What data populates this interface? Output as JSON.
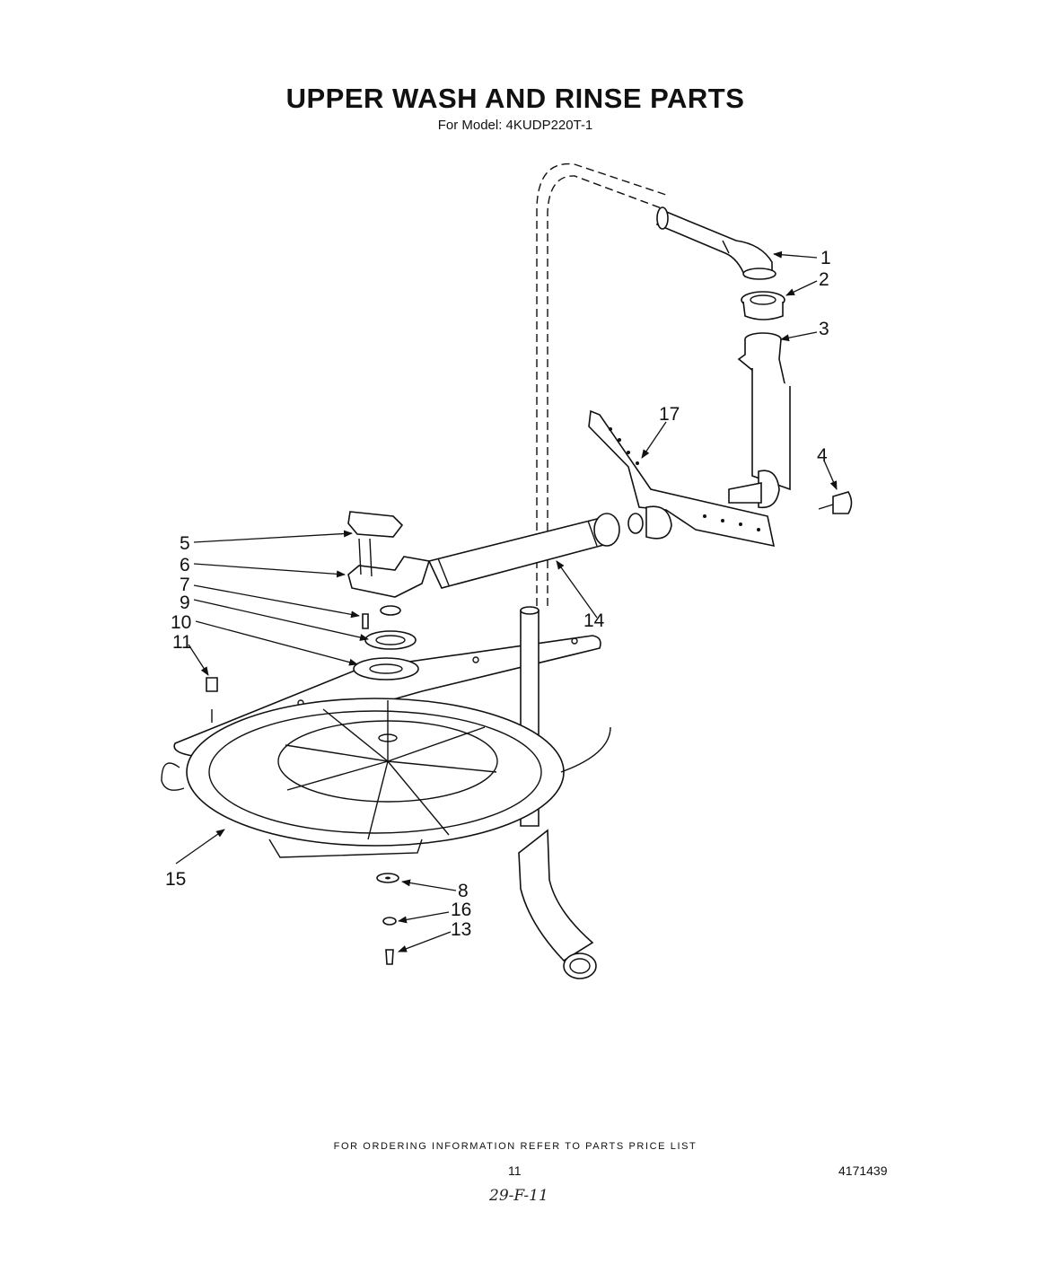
{
  "document": {
    "title": "UPPER WASH AND RINSE PARTS",
    "subtitle": "For Model: 4KUDP220T-1",
    "footer_note": "FOR ORDERING INFORMATION REFER TO PARTS PRICE LIST",
    "page_number": "11",
    "document_number": "4171439",
    "handwritten_note": "29-F-11"
  },
  "callouts": [
    {
      "id": "1",
      "label": "1"
    },
    {
      "id": "2",
      "label": "2"
    },
    {
      "id": "3",
      "label": "3"
    },
    {
      "id": "4",
      "label": "4"
    },
    {
      "id": "5",
      "label": "5"
    },
    {
      "id": "6",
      "label": "6"
    },
    {
      "id": "7",
      "label": "7"
    },
    {
      "id": "9",
      "label": "9"
    },
    {
      "id": "10",
      "label": "10"
    },
    {
      "id": "11",
      "label": "11"
    },
    {
      "id": "14",
      "label": "14"
    },
    {
      "id": "15",
      "label": "15"
    },
    {
      "id": "17",
      "label": "17"
    },
    {
      "id": "8",
      "label": "8"
    },
    {
      "id": "16",
      "label": "16"
    },
    {
      "id": "13",
      "label": "13"
    }
  ]
}
